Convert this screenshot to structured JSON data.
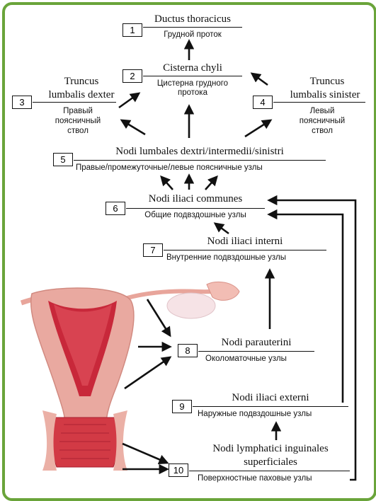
{
  "nodes": [
    {
      "number": "1",
      "latin": "Ductus thoracicus",
      "russian": "Грудной проток"
    },
    {
      "number": "2",
      "latin": "Cisterna chyli",
      "russian": "Цистерна грудного протока"
    },
    {
      "number": "3",
      "latin": "Truncus lumbalis dexter",
      "russian": "Правый поясничный ствол"
    },
    {
      "number": "4",
      "latin": "Truncus lumbalis sinister",
      "russian": "Левый поясничный ствол"
    },
    {
      "number": "5",
      "latin": "Nodi lumbales dextri/intermedii/sinistri",
      "russian": "Правые/промежуточные/левые поясничные узлы"
    },
    {
      "number": "6",
      "latin": "Nodi iliaci communes",
      "russian": "Общие подвздошные узлы"
    },
    {
      "number": "7",
      "latin": "Nodi iliaci interni",
      "russian": "Внутренние подвздошные узлы"
    },
    {
      "number": "8",
      "latin": "Nodi parauterini",
      "russian": "Околоматочные узлы"
    },
    {
      "number": "9",
      "latin": "Nodi iliaci externi",
      "russian": "Наружные подвздошные узлы"
    },
    {
      "number": "10",
      "latin": "Nodi lymphatici inguinales superficiales",
      "russian": "Поверхностные паховые узлы"
    }
  ],
  "split": {
    "n2_russian_l1": "Цистерна грудного",
    "n2_russian_l2": "протока",
    "n3_latin_l1": "Truncus",
    "n3_latin_l2": "lumbalis dexter",
    "n3_russian_l1": "Правый",
    "n3_russian_l2": "поясничный",
    "n3_russian_l3": "ствол",
    "n4_latin_l1": "Truncus",
    "n4_latin_l2": "lumbalis sinister",
    "n4_russian_l1": "Левый",
    "n4_russian_l2": "поясничный",
    "n4_russian_l3": "ствол",
    "n10_latin_l1": "Nodi lymphatici inguinales",
    "n10_latin_l2": "superficiales"
  },
  "colors": {
    "frame": "#6aa43a",
    "uterus_outer": "#e9a9a0",
    "uterus_inner": "#c8283a"
  }
}
